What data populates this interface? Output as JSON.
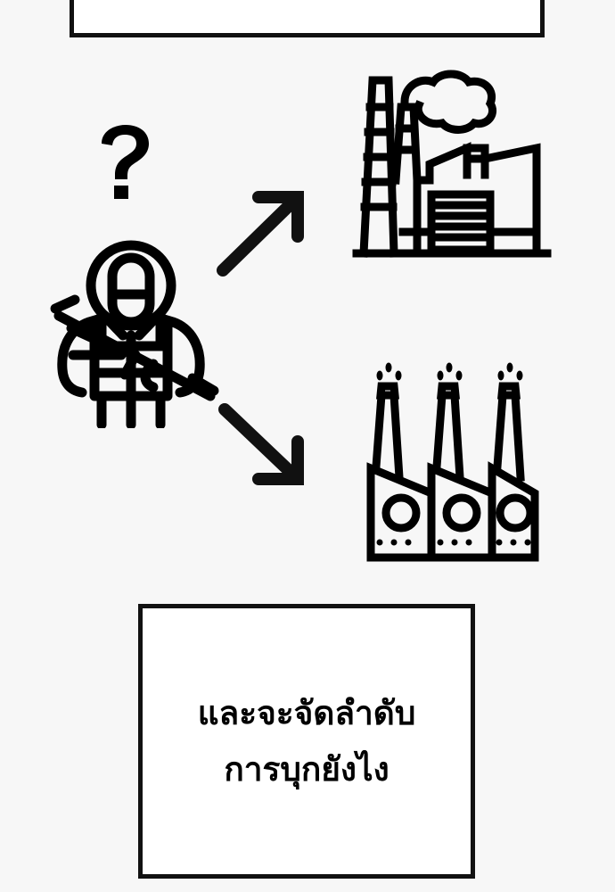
{
  "panel": {
    "background_color": "#f7f7f7",
    "ink_color": "#000000",
    "box_fill_color": "#ffffff"
  },
  "caption_top": {
    "name": "caption-box-top",
    "text": "",
    "note_visible_text": "",
    "clipped": "top edge cut off by frame"
  },
  "caption_bottom": {
    "name": "caption-box-bottom",
    "line1": "และจะจัดลำดับ",
    "line2": "การบุกยังไง"
  },
  "artwork": {
    "soldier": {
      "label": "soldier-icon",
      "description": "helmeted soldier in tactical vest holding a rifle diagonally"
    },
    "question_mark": {
      "label": "question-mark-icon",
      "glyph": "?"
    },
    "arrow_up": {
      "label": "arrow-up-right-icon",
      "direction": "up-right"
    },
    "arrow_down": {
      "label": "arrow-down-right-icon",
      "direction": "down-right"
    },
    "factory_single": {
      "label": "factory-with-smoke-icon",
      "chimneys": 2,
      "smoke": "cloud"
    },
    "factory_triple": {
      "label": "three-factories-icon",
      "units": 3,
      "smoke_dots_per_unit": 3,
      "dots_per_unit": 3
    }
  }
}
